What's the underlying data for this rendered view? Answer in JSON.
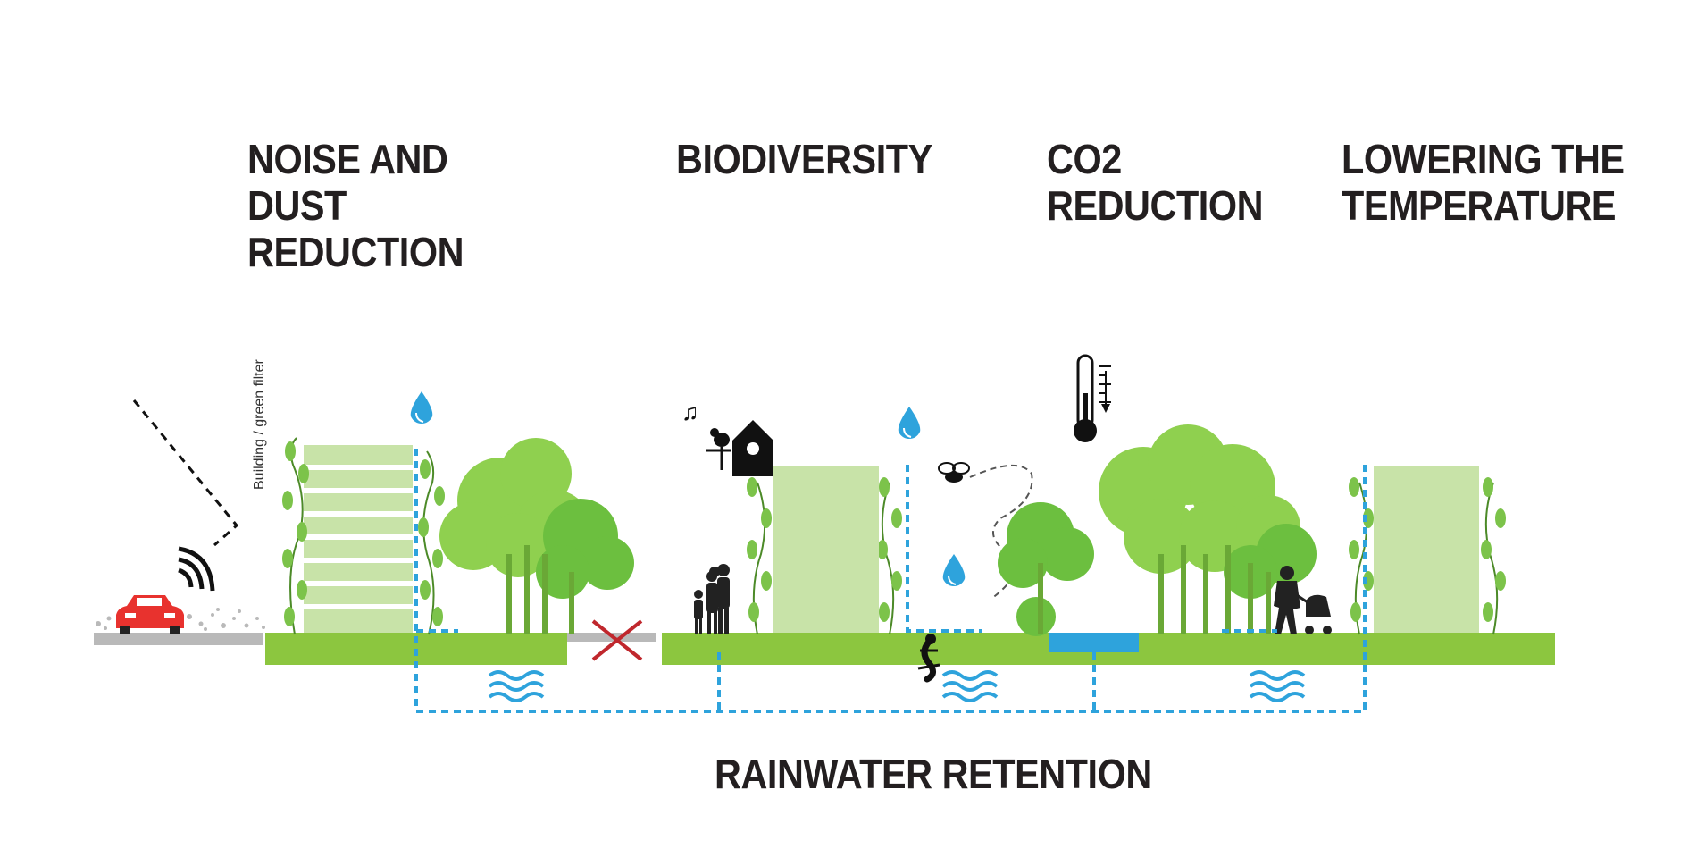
{
  "headings": {
    "noise": [
      "NOISE AND",
      "DUST",
      "REDUCTION"
    ],
    "biodiversity": [
      "BIODIVERSITY"
    ],
    "co2": [
      "CO2",
      "REDUCTION"
    ],
    "temperature": [
      "LOWERING THE",
      "TEMPERATURE"
    ],
    "rainwater": "RAINWATER RETENTION"
  },
  "building_label": "Building / green filter",
  "colors": {
    "ground": "#8cc63f",
    "tree_dark": "#6cbf3f",
    "tree_light": "#9ad25a",
    "building": "#c8e3a8",
    "water": "#2ea3dc",
    "road": "#b9b9b9",
    "car": "#e8322e",
    "cross": "#c0272d",
    "text": "#231f20"
  },
  "icons": [
    "car-icon",
    "noise-wave-icon",
    "water-drop-icon",
    "birdhouse-icon",
    "bird-icon",
    "music-note-icon",
    "family-icon",
    "lizard-icon",
    "insect-icon",
    "thermometer-icon",
    "water-wave-icon",
    "cross-icon",
    "stroller-person-icon"
  ]
}
